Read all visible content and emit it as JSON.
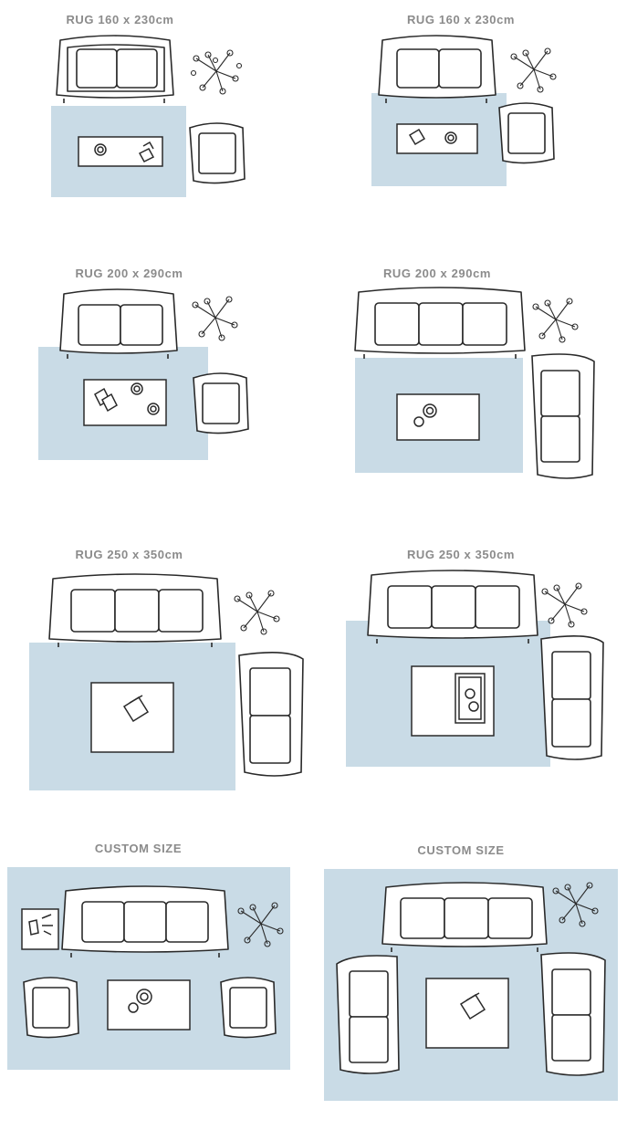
{
  "colors": {
    "rug": "#c9dbe6",
    "ink": "#2a2a2a",
    "furniture_fill": "#ffffff",
    "title": "#8b8b8b"
  },
  "panels": [
    {
      "title": "RUG 160 x 230cm"
    },
    {
      "title": "RUG 160 x 230cm"
    },
    {
      "title": "RUG 200 x 290cm"
    },
    {
      "title": "RUG 200 x 290cm"
    },
    {
      "title": "RUG 250 x 350cm"
    },
    {
      "title": "RUG 250 x 350cm"
    },
    {
      "title": "CUSTOM SIZE"
    },
    {
      "title": "CUSTOM SIZE"
    }
  ]
}
